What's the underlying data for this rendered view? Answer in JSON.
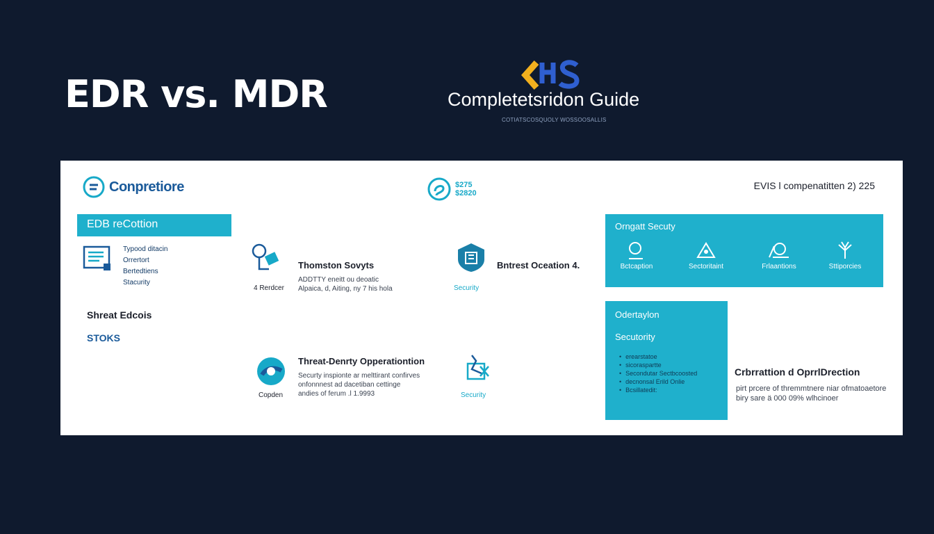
{
  "hero": {
    "title": "EDR  vs. MDR"
  },
  "guide": {
    "title": "Completetsridon Guide",
    "subtitle": "COTIATSCOSQUOLY WOSSOOSALLIS"
  },
  "panel": {
    "brand": "Conpretiore",
    "badge": [
      "$275",
      "$2820"
    ],
    "top_right": "EVIS l compenatitten 2) 225",
    "edr": {
      "header": "EDB reCottion",
      "items": [
        "Typood ditacin",
        "Orrertort",
        "Bertedtiens",
        "Stacurity"
      ],
      "shreat": "Shreat Edcois",
      "stoks": "STOKS"
    },
    "card1": {
      "icon_label": "4 Rerdcer",
      "title": "Thomston Sovyts",
      "desc": [
        "ADDTTY eneitt ou deoatic",
        "Alpaica, d, Aiting, ny 7 his hola"
      ]
    },
    "card2": {
      "icon_label": "Security",
      "title": "Bntrest Oceation 4."
    },
    "card3": {
      "icon_label": "Copden",
      "title": "Threat-Denrty Opperationtion",
      "desc": [
        "Securty inspionte ar melttirant confirves",
        "onfonnnest ad dacetiban cettinge",
        "andies of ferum .l 1.9993"
      ]
    },
    "card4": {
      "icon_label": "Security"
    },
    "right_top": {
      "title": "Orngatt Secuty",
      "items": [
        "Bctcaption",
        "Sectoritaint",
        "Frlaantions",
        "Sttiporcies"
      ]
    },
    "right_mid": {
      "title": "Odertaylon",
      "subtitle": "Secutority",
      "list": [
        "erearstatoe",
        "sicoraspartte",
        "Secondutar Sectbcoosted",
        "decnonsal Erild Onlie",
        "Bcsillatedit:"
      ]
    },
    "orp": {
      "title": "Crbrrattion d OprrlDrection",
      "desc": [
        "pirt prcere of thremmtnere niar ofmatoaetore",
        "biry sare ä 000 09% wlhcinoer"
      ]
    }
  },
  "colors": {
    "accent": "#1fb0cc",
    "background": "#0f1a2e",
    "brand_blue": "#1a5a9a"
  }
}
